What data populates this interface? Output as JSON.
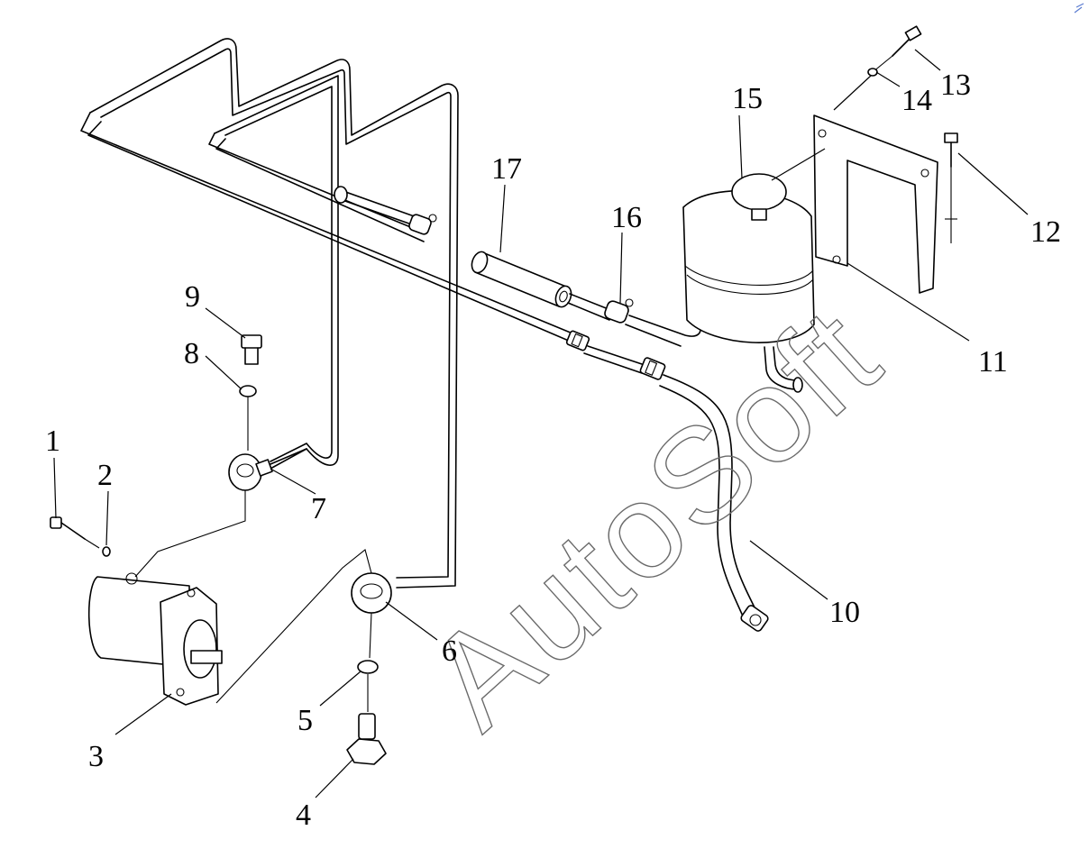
{
  "callouts": {
    "c1": "1",
    "c2": "2",
    "c3": "3",
    "c4": "4",
    "c5": "5",
    "c6": "6",
    "c7": "7",
    "c8": "8",
    "c9": "9",
    "c10": "10",
    "c11": "11",
    "c12": "12",
    "c13": "13",
    "c14": "14",
    "c15": "15",
    "c16": "16",
    "c17": "17"
  },
  "watermark": "AutoSoft"
}
